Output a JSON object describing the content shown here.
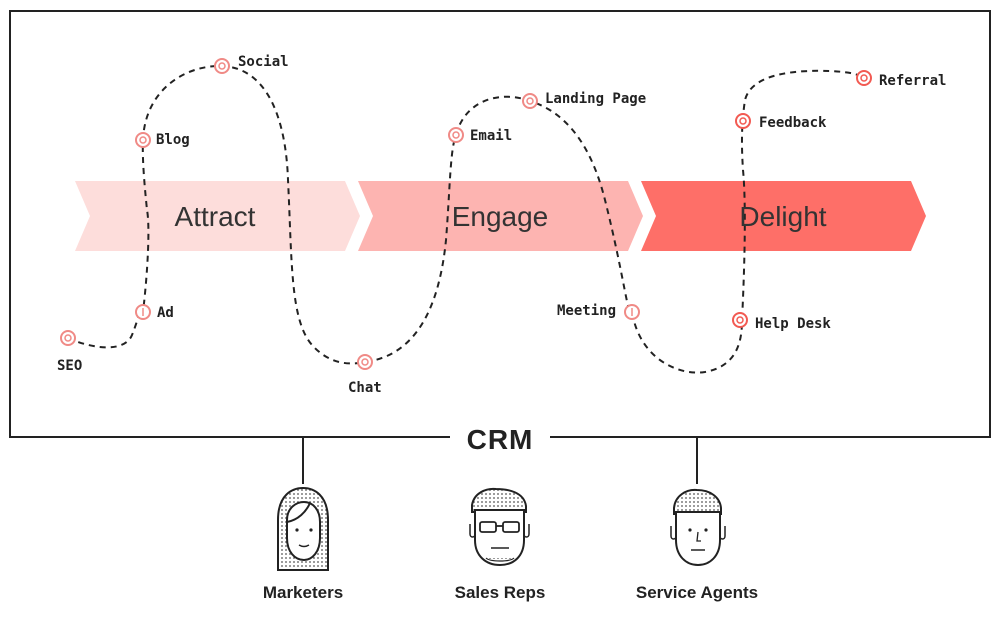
{
  "stages": [
    {
      "label": "Attract",
      "color": "#fddddb"
    },
    {
      "label": "Engage",
      "color": "#fdb4b1"
    },
    {
      "label": "Delight",
      "color": "#fe6f68"
    }
  ],
  "touchpoints": [
    {
      "label": "SEO"
    },
    {
      "label": "Ad"
    },
    {
      "label": "Blog"
    },
    {
      "label": "Social"
    },
    {
      "label": "Chat"
    },
    {
      "label": "Email"
    },
    {
      "label": "Landing Page"
    },
    {
      "label": "Meeting"
    },
    {
      "label": "Help Desk"
    },
    {
      "label": "Feedback"
    },
    {
      "label": "Referral"
    }
  ],
  "crm": {
    "label": "CRM"
  },
  "roles": [
    {
      "label": "Marketers",
      "icon": "marketer-avatar-icon"
    },
    {
      "label": "Sales Reps",
      "icon": "sales-rep-avatar-icon"
    },
    {
      "label": "Service Agents",
      "icon": "service-agent-avatar-icon"
    }
  ],
  "colors": {
    "frame": "#222222",
    "path": "#222222",
    "marker": "#f08a86",
    "marker_strong": "#f25a52"
  }
}
